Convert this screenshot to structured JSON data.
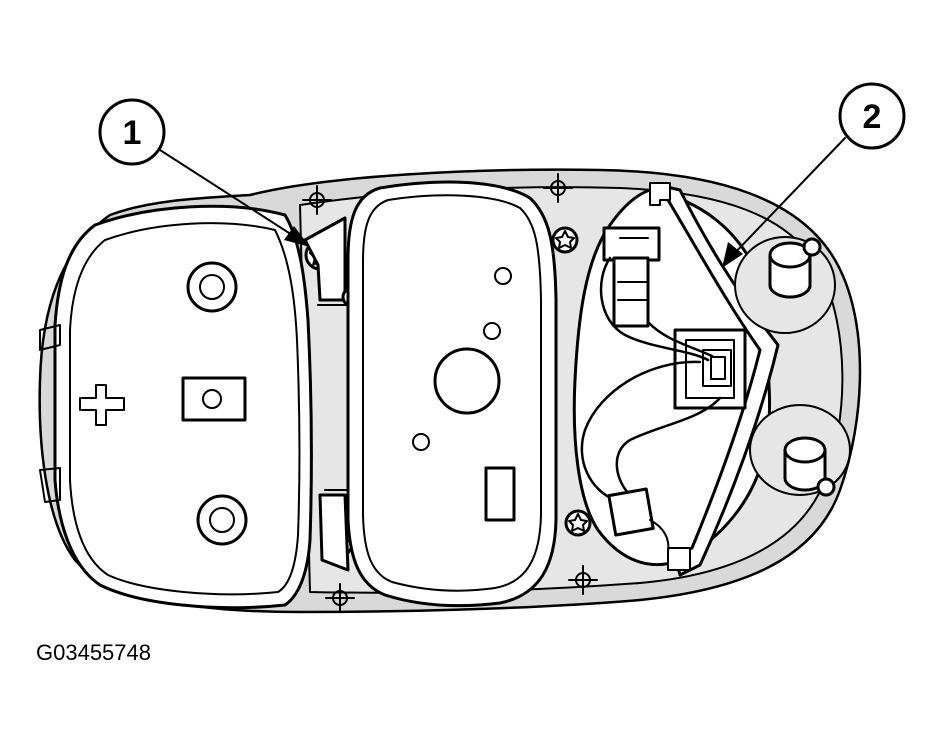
{
  "callouts": [
    {
      "id": "1",
      "label": "1"
    },
    {
      "id": "2",
      "label": "2"
    }
  ],
  "figure_code": "G03455748",
  "colors": {
    "ink": "#000000",
    "shade": "#d9d9d9",
    "background": "#ffffff"
  }
}
